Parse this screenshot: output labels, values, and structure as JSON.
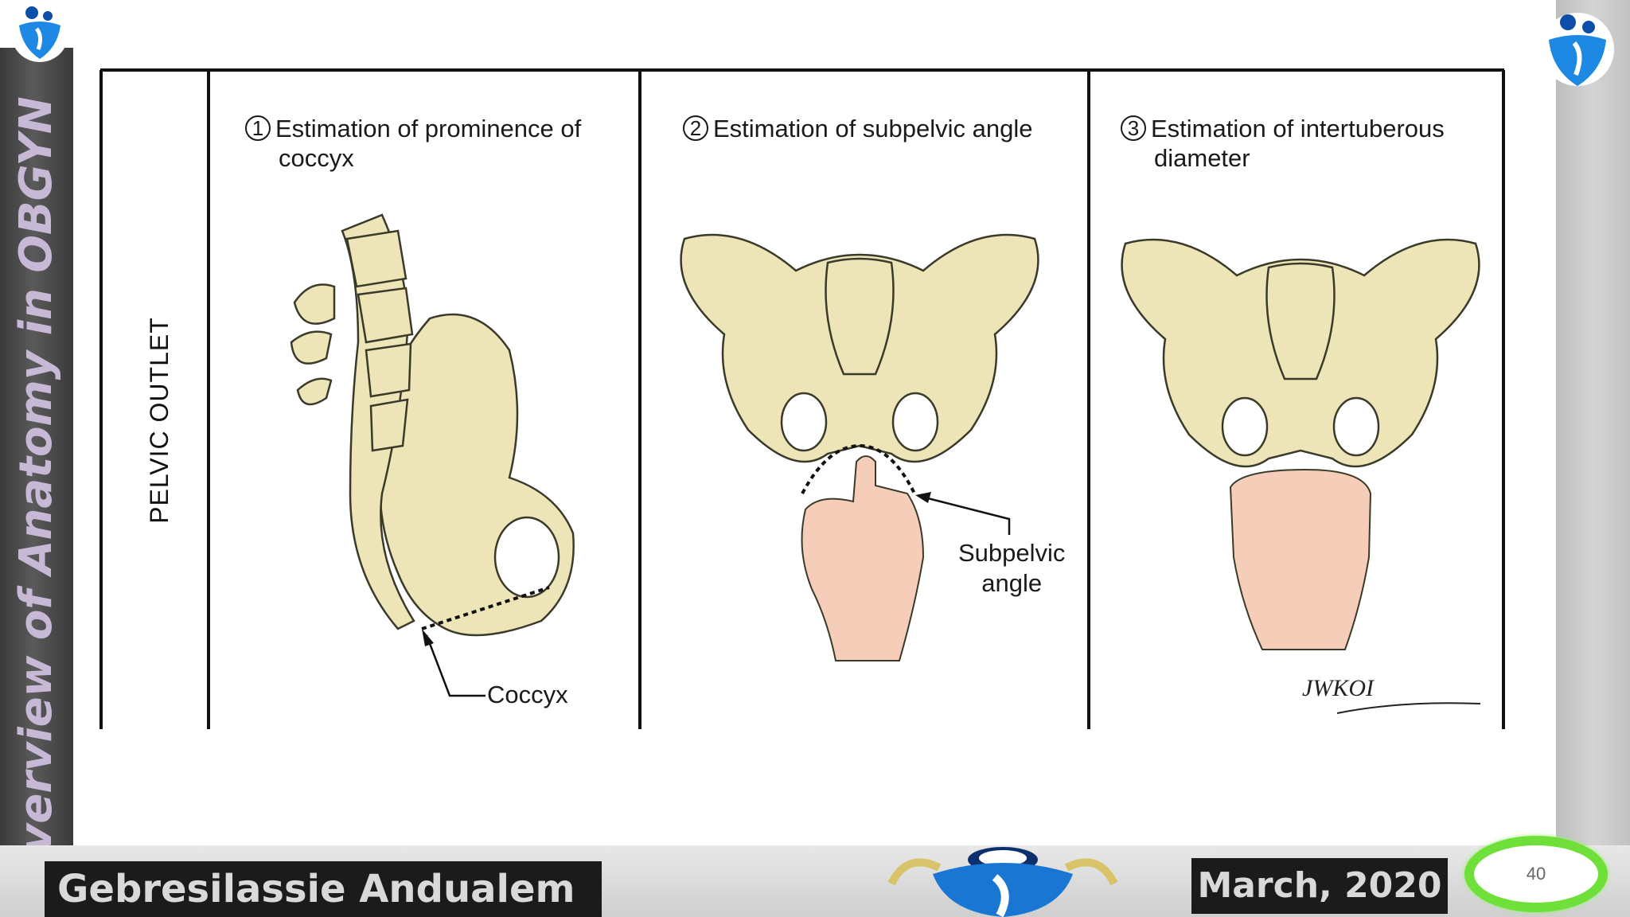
{
  "sidebar": {
    "title": "Overview of Anatomy in OBGYN"
  },
  "figure": {
    "row_label": "PELVIC OUTLET",
    "panels": [
      {
        "number": "1",
        "title_line1": "Estimation of prominence of",
        "title_line2": "coccyx",
        "callout": "Coccyx"
      },
      {
        "number": "2",
        "title_line1": "Estimation of subpelvic angle",
        "callout_line1": "Subpelvic",
        "callout_line2": "angle"
      },
      {
        "number": "3",
        "title_line1": "Estimation of intertuberous",
        "title_line2": "diameter"
      }
    ],
    "signature": "JWKOI"
  },
  "footer": {
    "author": "Gebresilassie Andualem",
    "date": "March, 2020",
    "page_number": "40"
  },
  "colors": {
    "bone": "#ede4b8",
    "bone_outline": "#3a3a2a",
    "skin": "#f6cdb8",
    "accent_ring": "#6fe03a",
    "logo_blue": "#1976d2"
  },
  "icons": [
    "logo-icon"
  ]
}
